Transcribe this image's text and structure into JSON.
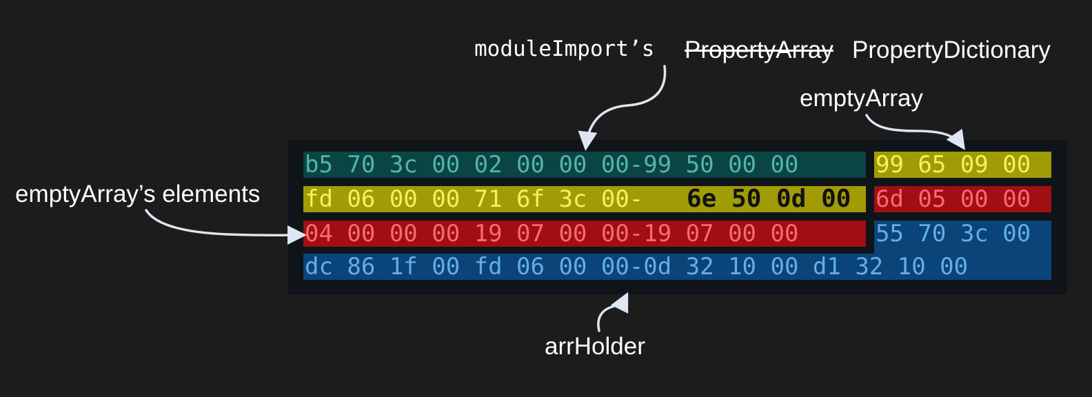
{
  "labels": {
    "module_import": "moduleImport’s",
    "property_array": "PropertyArray",
    "property_dictionary": "PropertyDictionary",
    "empty_array": "emptyArray",
    "empty_array_elements": "emptyArray’s elements",
    "arr_holder": "arrHolder"
  },
  "hex_rows": [
    {
      "left": "b5 70 3c 00 02 00 00 00-99 50 00 00",
      "right": "99 65 09 00"
    },
    {
      "left": "fd 06 00 00 71 6f 3c 00-",
      "left_overlay": "6e 50 0d 00",
      "right": "6d 05 00 00"
    },
    {
      "left": "04 00 00 00 19 07 00 00-19 07 00 00",
      "right": "55 70 3c 00"
    },
    {
      "full": "dc 86 1f 00 fd 06 00 00-0d 32 10 00 d1 32 10 00"
    }
  ],
  "colors": {
    "background": "#1c1c1c",
    "panel": "#0f1419",
    "teal": "#0b4543",
    "yellow": "#a19c06",
    "red": "#a10f12",
    "blue": "#0b4478",
    "arrow": "#dde6f2"
  }
}
